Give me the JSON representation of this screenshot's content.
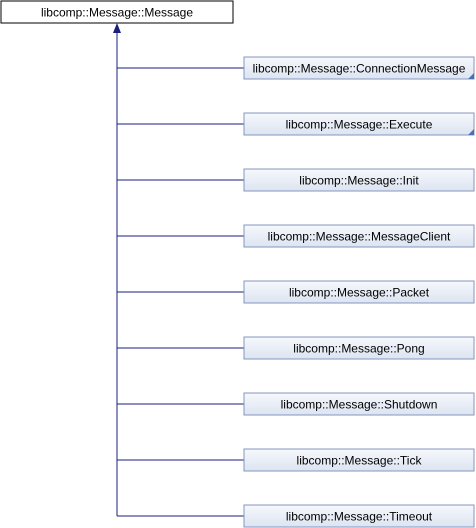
{
  "diagram": {
    "base_class": {
      "label": "libcomp::Message::Message"
    },
    "derived_classes": [
      {
        "label": "libcomp::Message::ConnectionMessage",
        "has_more": true
      },
      {
        "label": "libcomp::Message::Execute",
        "has_more": true
      },
      {
        "label": "libcomp::Message::Init",
        "has_more": false
      },
      {
        "label": "libcomp::Message::MessageClient",
        "has_more": false
      },
      {
        "label": "libcomp::Message::Packet",
        "has_more": false
      },
      {
        "label": "libcomp::Message::Pong",
        "has_more": false
      },
      {
        "label": "libcomp::Message::Shutdown",
        "has_more": false
      },
      {
        "label": "libcomp::Message::Tick",
        "has_more": false
      },
      {
        "label": "libcomp::Message::Timeout",
        "has_more": false
      }
    ],
    "colors": {
      "base_fill": "#ffffff",
      "base_stroke": "#000000",
      "derived_fill_top": "#f6f8fc",
      "derived_fill_bottom": "#dde4f1",
      "derived_stroke": "#8497bc",
      "edge": "#1b1f7c",
      "more_marker": "#4a6fb3"
    }
  }
}
